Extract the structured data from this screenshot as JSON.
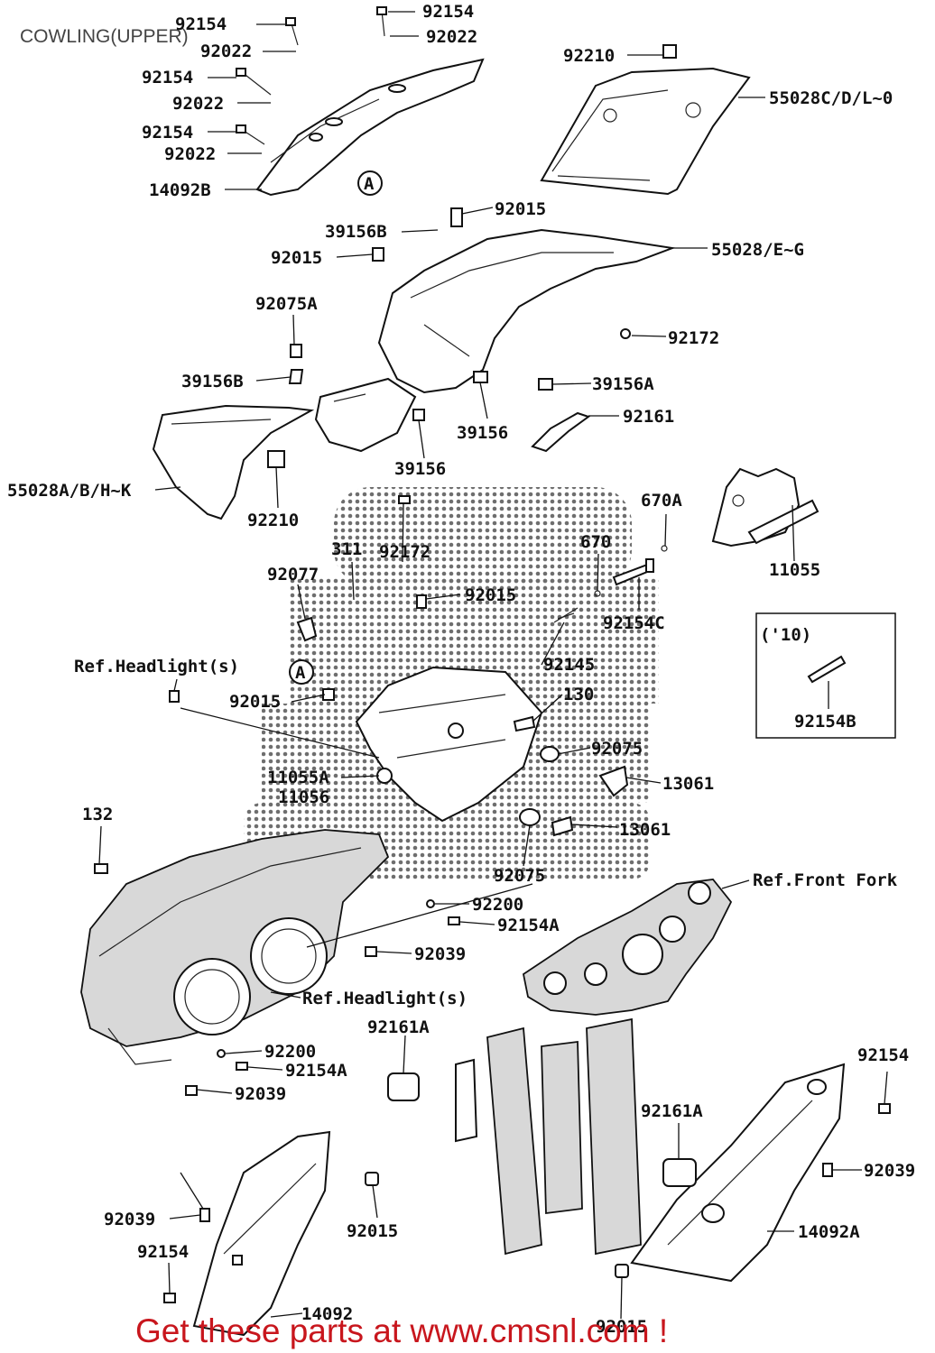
{
  "title": "COWLING(UPPER)",
  "footer": "Get these parts at www.cmsnl.com !",
  "watermark_colors": {
    "dots": "#555555",
    "footer": "#c8161d"
  },
  "labels": [
    "92154",
    "92022",
    "92154",
    "92022",
    "92154",
    "92022",
    "92154",
    "92022",
    "14092B",
    "A",
    "92210",
    "55028C/D/L~0",
    "92015",
    "39156B",
    "92015",
    "55028/E~G",
    "92075A",
    "92172",
    "39156B",
    "39156A",
    "92161",
    "39156",
    "39156",
    "55028A/B/H~K",
    "92210",
    "670A",
    "11055",
    "670",
    "311",
    "92172",
    "92077",
    "92015",
    "92154C",
    "('10)",
    "92154B",
    "Ref.Headlight(s)",
    "A",
    "92145",
    "130",
    "92015",
    "92075",
    "11055A",
    "11056",
    "13061",
    "13061",
    "132",
    "92075",
    "Ref.Front Fork",
    "92200",
    "92154A",
    "92039",
    "Ref.Headlight(s)",
    "92161A",
    "92200",
    "92154A",
    "92039",
    "92154",
    "92161A",
    "92039",
    "92039",
    "92015",
    "14092A",
    "92154",
    "14092",
    "92015"
  ]
}
